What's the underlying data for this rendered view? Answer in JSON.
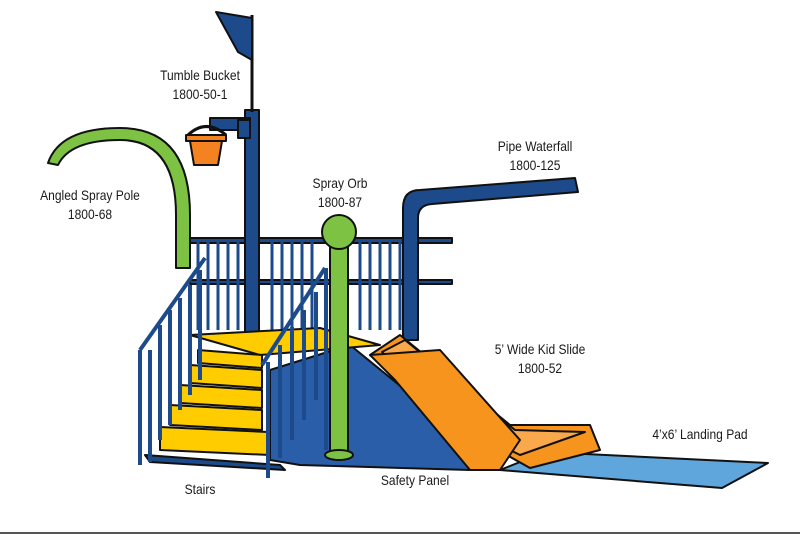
{
  "colors": {
    "navy": "#1c4a8a",
    "blue_panel": "#2b5ea8",
    "green": "#7dc242",
    "orange": "#f7941d",
    "yellow": "#ffcc00",
    "light_blue": "#5ea6dc",
    "outline": "#111111",
    "bucket": "#f58220"
  },
  "labels": {
    "tumble_bucket": {
      "name": "Tumble Bucket",
      "code": "1800-50-1"
    },
    "pipe_waterfall": {
      "name": "Pipe Waterfall",
      "code": "1800-125"
    },
    "spray_orb": {
      "name": "Spray Orb",
      "code": "1800-87"
    },
    "angled_spray_pole": {
      "name": "Angled Spray Pole",
      "code": "1800-68"
    },
    "kid_slide": {
      "name": "5’ Wide Kid Slide",
      "code": "1800-52"
    },
    "landing_pad": {
      "name": "4’x6’ Landing Pad"
    },
    "stairs": {
      "name": "Stairs"
    },
    "safety_panel": {
      "name": "Safety Panel"
    }
  },
  "icons": {
    "flag": "flag-icon",
    "bucket": "bucket-icon"
  }
}
